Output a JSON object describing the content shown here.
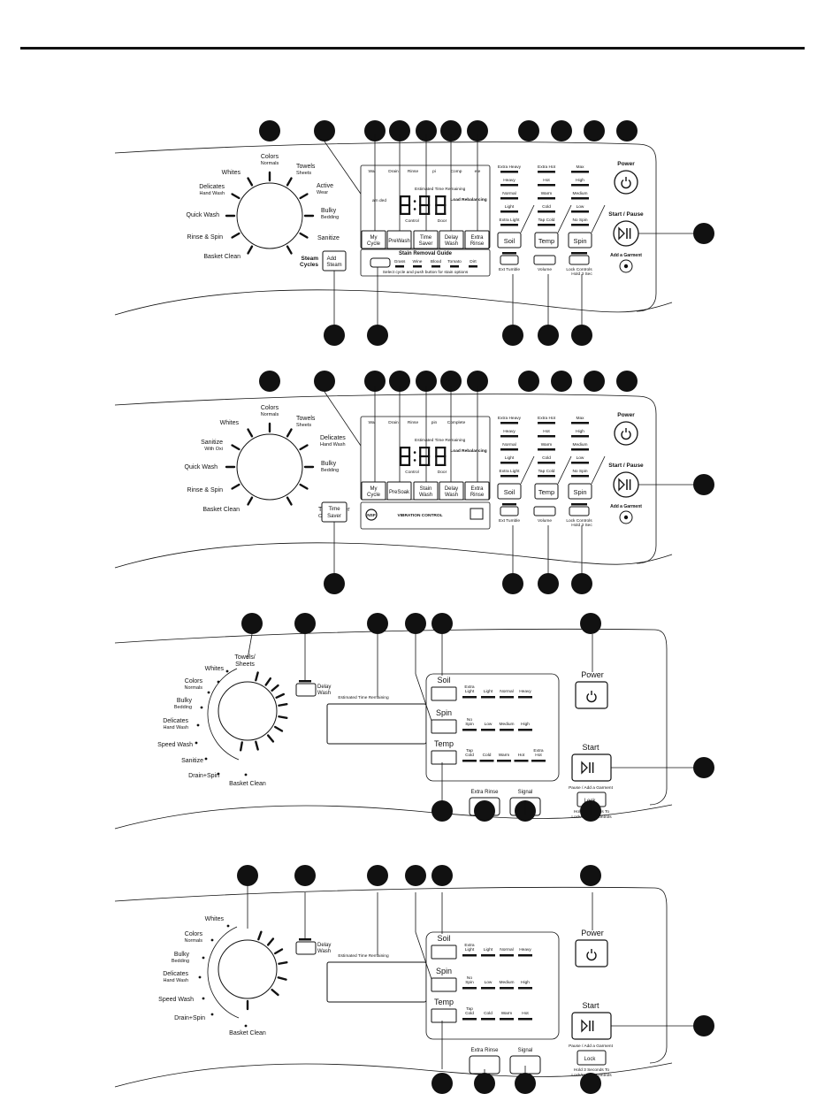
{
  "panel1": {
    "cycles": [
      {
        "label": "Colors",
        "sub": "Normals"
      },
      {
        "label": "Towels",
        "sub": "Sheets"
      },
      {
        "label": "Active",
        "sub": "Wear"
      },
      {
        "label": "Bulky",
        "sub": "Bedding"
      },
      {
        "label": "Sanitize",
        "sub": ""
      },
      {
        "label": "Whites",
        "sub": ""
      },
      {
        "label": "Delicates",
        "sub": "Hand Wash"
      },
      {
        "label": "Quick Wash",
        "sub": ""
      },
      {
        "label": "Rinse & Spin",
        "sub": ""
      },
      {
        "label": "Basket Clean",
        "sub": ""
      }
    ],
    "steam_cycles": "Steam Cycles",
    "add_steam": "Add Steam",
    "display_top": [
      "Wa",
      "Drain",
      "Rinse",
      "pi",
      "Comp",
      "ete"
    ],
    "time": "8:88",
    "est_time": "Estimated Time Remaining",
    "steam_added": "am ded",
    "control_lock": "Control",
    "door_lock": "Door",
    "load_rebalancing": "Load Rebalancing",
    "buttons": [
      "My Cycle",
      "PreWash",
      "Time Saver",
      "Delay Wash",
      "Extra Rinse"
    ],
    "stain_title": "Stain Removal Guide",
    "stains": [
      "Grass",
      "Wine",
      "Blood",
      "Tomato",
      "Dirt"
    ],
    "stain_note": "Select cycle and push button for stain options"
  },
  "panel2": {
    "cycles": [
      {
        "label": "Colors",
        "sub": "Normals"
      },
      {
        "label": "Towels",
        "sub": "Sheets"
      },
      {
        "label": "Delicates",
        "sub": "Hand Wash"
      },
      {
        "label": "Bulky",
        "sub": "Bedding"
      },
      {
        "label": "Time Saver",
        "sub": "Cycles"
      },
      {
        "label": "Whites",
        "sub": ""
      },
      {
        "label": "Sanitize",
        "sub": "With Oxi"
      },
      {
        "label": "Quick Wash",
        "sub": ""
      },
      {
        "label": "Rinse & Spin",
        "sub": ""
      },
      {
        "label": "Basket Clean",
        "sub": ""
      }
    ],
    "time_saver_btn": "Time Saver",
    "display_top": [
      "Wa",
      "Drain",
      "Rinse",
      "pin",
      "Complete"
    ],
    "time": "8:88",
    "est_time": "Estimated Time Remaining",
    "control_lock": "Control",
    "door_lock": "Door",
    "load_rebalancing": "Load Rebalancing",
    "buttons": [
      "My Cycle",
      "PreSoak",
      "Stain Wash",
      "Delay Wash",
      "Extra Rinse"
    ],
    "nsf": "NSF",
    "vibration": "VIBRATION CONTROL"
  },
  "right_common": {
    "soil_levels": [
      "Extra Heavy",
      "Heavy",
      "Normal",
      "Light",
      "Extra Light"
    ],
    "temp_levels": [
      "Extra Hot",
      "Hot",
      "Warm",
      "Cold",
      "Tap Cold"
    ],
    "spin_levels": [
      "Max",
      "High",
      "Medium",
      "Low",
      "No Spin"
    ],
    "soil": "Soil",
    "temp": "Temp",
    "spin": "Spin",
    "ext_tumble": "Ext Tumble",
    "volume": "Volume",
    "lock_controls": "Lock Controls",
    "hold3": "Hold 3 Sec",
    "power": "Power",
    "start_pause": "Start / Pause",
    "add_garment": "Add a Garment"
  },
  "panel3": {
    "cycles": [
      "Towels/ Sheets",
      "Whites",
      "Colors",
      "Bulky",
      "Delicates",
      "Speed Wash",
      "Sanitize",
      "Drain+Spin",
      "Basket Clean"
    ],
    "cycle_subs": {
      "Colors": "Normals",
      "Bulky": "Bedding",
      "Delicates": "Hand Wash"
    },
    "delay_wash": "Delay Wash",
    "est_time": "Estimated Time Remaining",
    "soil": "Soil",
    "spin": "Spin",
    "temp": "Temp",
    "soil_opts": [
      "Extra Light",
      "Light",
      "Normal",
      "Heavy"
    ],
    "spin_opts": [
      "No Spin",
      "Low",
      "Medium",
      "High"
    ],
    "temp_opts": [
      "Tap Cold",
      "Cold",
      "Warm",
      "Hot",
      "Extra Hot"
    ],
    "extra_rinse": "Extra Rinse",
    "signal": "Signal",
    "power": "Power",
    "start": "Start",
    "pause_add": "Pause / Add a Garment",
    "lock": "Lock",
    "hold3": "Hold 3 Seconds To Lock/Unlock Controls"
  },
  "panel4": {
    "cycles": [
      "Whites",
      "Colors",
      "Bulky",
      "Delicates",
      "Speed Wash",
      "Drain+Spin",
      "Basket Clean"
    ],
    "cycle_subs": {
      "Colors": "Normals",
      "Bulky": "Bedding",
      "Delicates": "Hand Wash"
    },
    "delay_wash": "Delay Wash",
    "est_time": "Estimated Time Remaining",
    "soil": "Soil",
    "spin": "Spin",
    "temp": "Temp",
    "soil_opts": [
      "Extra Light",
      "Light",
      "Normal",
      "Heavy"
    ],
    "spin_opts": [
      "No Spin",
      "Low",
      "Medium",
      "High"
    ],
    "temp_opts": [
      "Tap Cold",
      "Cold",
      "Warm",
      "Hot"
    ],
    "extra_rinse": "Extra Rinse",
    "signal": "Signal",
    "power": "Power",
    "start": "Start",
    "pause_add": "Pause / Add a Garment",
    "lock": "Lock",
    "hold3": "Hold 3 Seconds To Lock/Unlock Controls"
  }
}
